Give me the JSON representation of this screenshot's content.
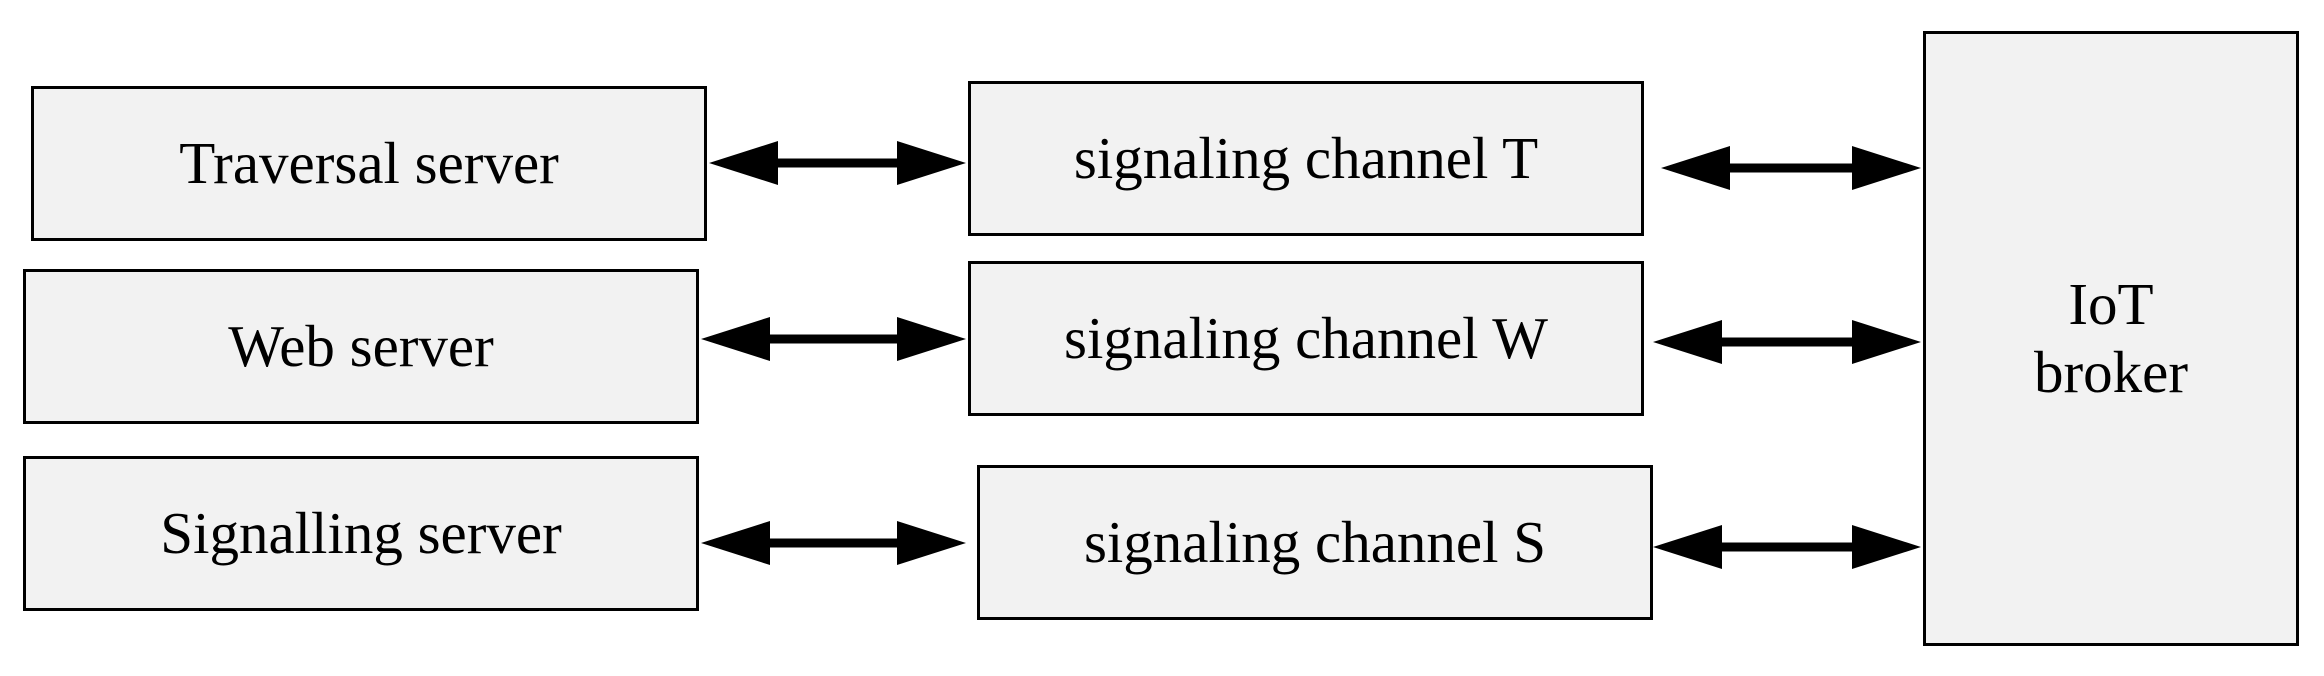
{
  "servers": [
    {
      "id": "traversal",
      "label": "Traversal server"
    },
    {
      "id": "web",
      "label": "Web server"
    },
    {
      "id": "signalling",
      "label": "Signalling server"
    }
  ],
  "channels": [
    {
      "id": "t",
      "label": "signaling channel T"
    },
    {
      "id": "w",
      "label": "signaling channel W"
    },
    {
      "id": "s",
      "label": "signaling channel S"
    }
  ],
  "broker": {
    "line1": "IoT",
    "line2": "broker"
  },
  "connections": [
    {
      "from": "traversal",
      "to": "t",
      "direction": "bidirectional"
    },
    {
      "from": "web",
      "to": "w",
      "direction": "bidirectional"
    },
    {
      "from": "signalling",
      "to": "s",
      "direction": "bidirectional"
    },
    {
      "from": "t",
      "to": "broker",
      "direction": "bidirectional"
    },
    {
      "from": "w",
      "to": "broker",
      "direction": "bidirectional"
    },
    {
      "from": "s",
      "to": "broker",
      "direction": "bidirectional"
    }
  ]
}
